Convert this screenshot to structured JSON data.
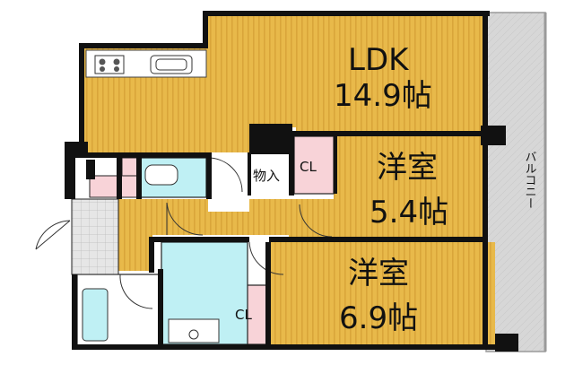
{
  "rooms": {
    "ldk": {
      "name": "LDK",
      "size": "14.9帖"
    },
    "western1": {
      "name": "洋室",
      "size": "5.4帖"
    },
    "western2": {
      "name": "洋室",
      "size": "6.9帖"
    },
    "storage": {
      "name": "物入"
    },
    "closet1": {
      "name": "CL"
    },
    "closet2": {
      "name": "CL"
    },
    "balcony": {
      "name": "バルコニー"
    }
  },
  "colors": {
    "floor_wood": "#e8b94a",
    "floor_stripe": "#d9a53a",
    "wall": "#111111",
    "wet_area": "#bff0f4",
    "closet": "#f8d3d8",
    "balcony": "#d7d7d7",
    "entrance_tile": "#dcdcdc"
  }
}
